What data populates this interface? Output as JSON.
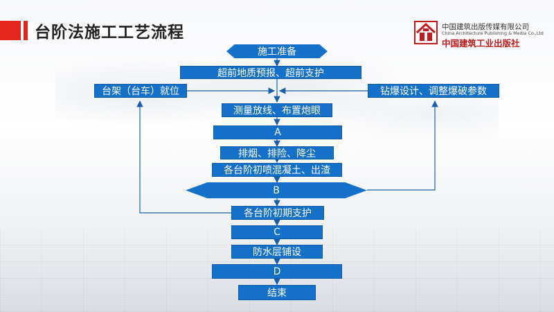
{
  "header": {
    "title": "台阶法施工工艺流程"
  },
  "logo": {
    "name_cn": "中国建筑出版传媒有限公司",
    "name_en": "China Architecture Publishing & Media Co.,Ltd",
    "name_calligraphy": "中国建筑工业出版社"
  },
  "flow": {
    "start": "施工准备",
    "advance": "超前地质预报、超前支护",
    "left_side": "台架（台车）就位",
    "right_side": "钻爆设计、调整爆破参数",
    "survey": "测量放线、布置炮眼",
    "step_a": "A",
    "ventilation": "排烟、排险、降尘",
    "shotcrete": "各台阶初喷混凝土、出渣",
    "step_b": "B",
    "support": "各台阶初期支护",
    "step_c": "C",
    "waterproof": "防水层铺设",
    "step_d": "D",
    "end": "结束"
  },
  "colors": {
    "box": "#1470c8",
    "accent": "#e5261c"
  }
}
